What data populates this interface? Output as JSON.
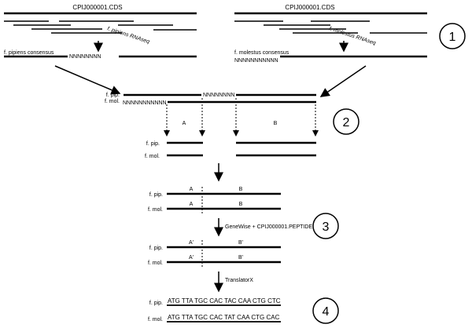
{
  "top": {
    "left_cds": "CPIJ000001.CDS",
    "right_cds": "CPIJ000001.CDS",
    "left_rnaseq": "f. pipiens RNAseq",
    "right_rnaseq": "f. molestus RNAseq",
    "left_consensus": "f. pipiens consensus",
    "right_consensus": "f. molestus consensus",
    "left_ns": "NNNNNNNN",
    "right_ns": "NNNNNNNNNNN"
  },
  "step2": {
    "label_pip": "f. pip.",
    "label_mol": "f. mol.",
    "pip_ns": "NNNNNNNN",
    "mol_ns": "NNNNNNNNNNN",
    "seg_a": "A",
    "seg_b": "B",
    "sub_pip": "f. pip.",
    "sub_mol": "f. mol."
  },
  "step3": {
    "label_pip": "f. pip.",
    "label_mol": "f. mol.",
    "a": "A",
    "b": "B",
    "a2": "A",
    "b2": "B",
    "genewise": "GeneWise + CPIJ000001.PEPTIDE",
    "label_pip2": "f. pip.",
    "label_mol2": "f. mol.",
    "ap": "A'",
    "bp": "B'",
    "ap2": "A'",
    "bp2": "B'",
    "translatorx": "TranslatorX"
  },
  "step4": {
    "label_pip": "f. pip.",
    "label_mol": "f. mol.",
    "seq_pip": "ATG TTA TGC CAC TAC CAA CTG CTC",
    "seq_mol": "ATG TTA TGC CAC TAT CAA CTG CAC"
  },
  "steps": [
    "1",
    "2",
    "3",
    "4"
  ]
}
